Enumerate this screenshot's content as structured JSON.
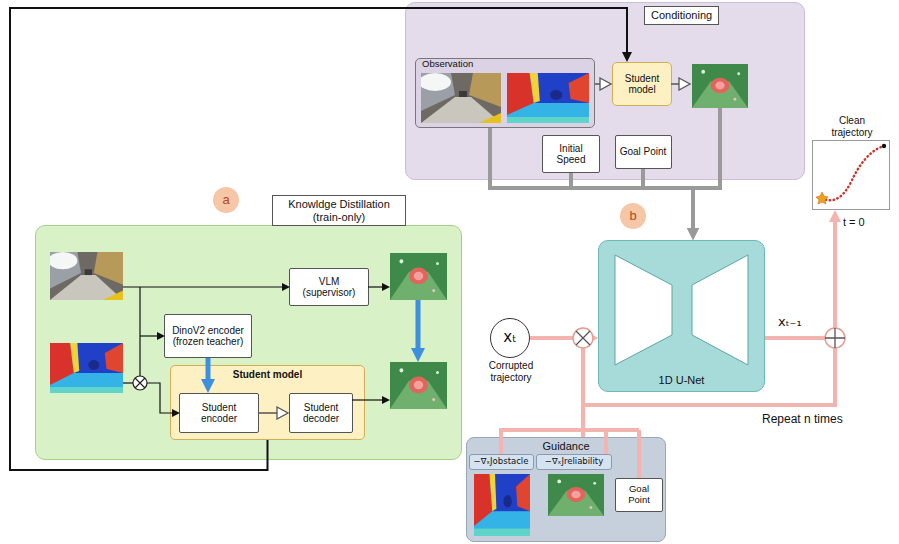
{
  "diagram": {
    "nodes": [
      {
        "text": [
          "Conditioning"
        ]
      },
      {
        "text": [
          "Observation"
        ],
        "in": 0
      },
      {
        "text": [
          "Student model"
        ],
        "in": 0
      },
      {
        "text": [
          "Initial Speed"
        ],
        "in": 0
      },
      {
        "text": [
          "Goal Point"
        ],
        "in": 0
      },
      {
        "text": [
          "Knowldge Distillation (train-only)"
        ]
      },
      {
        "text": [
          "VLM (supervisor)"
        ],
        "in": 5
      },
      {
        "text": [
          "DinoV2 encoder (frozen teacher)"
        ],
        "in": 5
      },
      {
        "text": [
          "Student model"
        ],
        "in": 5
      },
      {
        "text": [
          "Student encoder"
        ],
        "in": 8
      },
      {
        "text": [
          "Student decoder"
        ],
        "in": 8
      },
      {
        "text": [
          "xₜ",
          "Corrupted trajectory"
        ]
      },
      {
        "text": [
          "1D U-Net"
        ]
      },
      {
        "text": [
          "Clean trajectory"
        ]
      },
      {
        "text": [
          "Guidance"
        ]
      },
      {
        "text": [
          "−∇ₓJobstacle"
        ],
        "in": 14
      },
      {
        "text": [
          "−∇ₓJreliability"
        ],
        "in": 14
      },
      {
        "text": [
          "Goal Point"
        ],
        "in": 14
      },
      {
        "text": [
          "a"
        ]
      },
      {
        "text": [
          "b"
        ]
      }
    ],
    "edges": [
      {
        "from": 8,
        "to": 2,
        "arrow": "to"
      },
      {
        "from": 1,
        "to": 2,
        "arrow": "to"
      },
      {
        "from": 1,
        "to": 12,
        "arrow": "to"
      },
      {
        "from": 3,
        "to": 12,
        "arrow": "to"
      },
      {
        "from": 4,
        "to": 12,
        "arrow": "to"
      },
      {
        "from": 7,
        "to": 9,
        "arrow": "to"
      },
      {
        "from": 9,
        "to": 10,
        "arrow": "to"
      },
      {
        "from": 11,
        "to": 12,
        "arrow": "to"
      },
      {
        "from": 14,
        "to": 12,
        "arrow": "to"
      },
      {
        "from": 12,
        "to": 13,
        "arrow": "to"
      }
    ],
    "labels": [
      "xₜ₋₁",
      "t = 0",
      "Repeat n times"
    ]
  }
}
